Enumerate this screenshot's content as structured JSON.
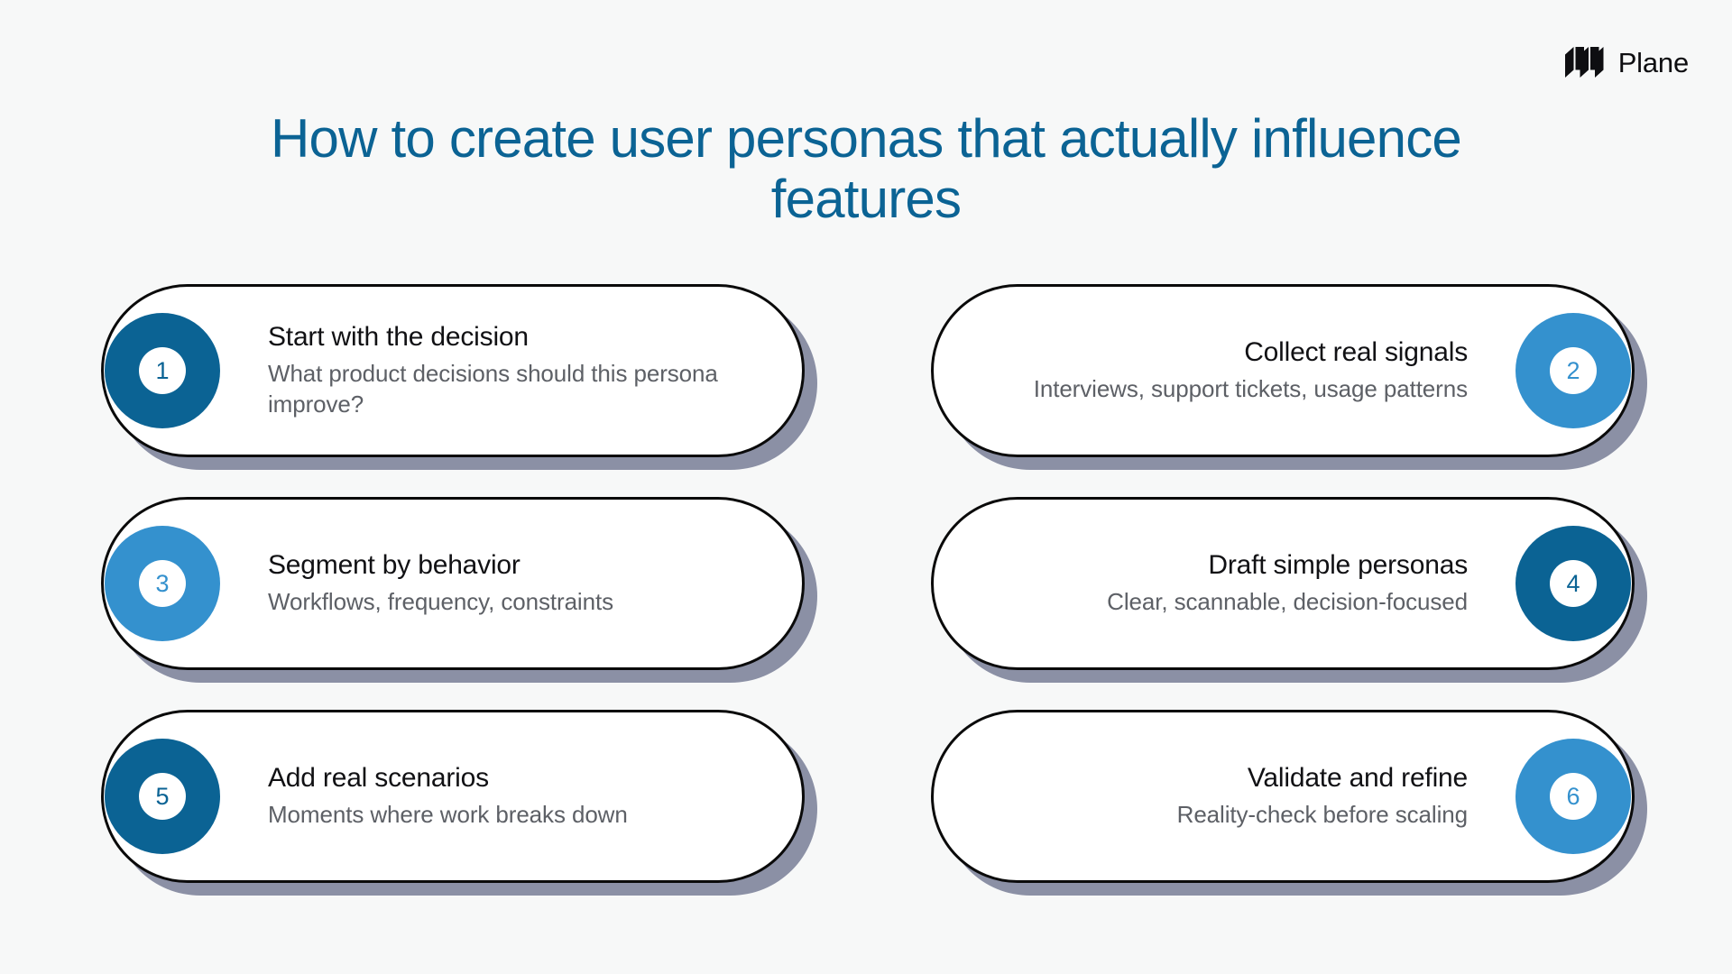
{
  "brand": {
    "name": "Plane",
    "logo_icon": "plane-logo-icon",
    "logo_color": "#0e0e11"
  },
  "title": "How to create user personas that actually influence features",
  "colors": {
    "background": "#f7f8f8",
    "title": "#0b6394",
    "card_border": "#0a0a0a",
    "card_fill": "#ffffff",
    "card_shadow": "#8b90a5",
    "badge_dark": "#0b6394",
    "badge_light": "#3491ce",
    "heading": "#111114",
    "description": "#5d6066"
  },
  "steps": [
    {
      "number": "1",
      "heading": "Start with the decision",
      "description": "What product decisions should this persona improve?",
      "side": "left",
      "badge_color": "#0b6394"
    },
    {
      "number": "2",
      "heading": "Collect real signals",
      "description": "Interviews, support tickets, usage patterns",
      "side": "right",
      "badge_color": "#3491ce"
    },
    {
      "number": "3",
      "heading": "Segment by behavior",
      "description": "Workflows, frequency, constraints",
      "side": "left",
      "badge_color": "#3491ce"
    },
    {
      "number": "4",
      "heading": "Draft simple personas",
      "description": "Clear, scannable, decision-focused",
      "side": "right",
      "badge_color": "#0b6394"
    },
    {
      "number": "5",
      "heading": "Add real scenarios",
      "description": "Moments where work breaks down",
      "side": "left",
      "badge_color": "#0b6394"
    },
    {
      "number": "6",
      "heading": "Validate and refine",
      "description": "Reality-check before scaling",
      "side": "right",
      "badge_color": "#3491ce"
    }
  ]
}
